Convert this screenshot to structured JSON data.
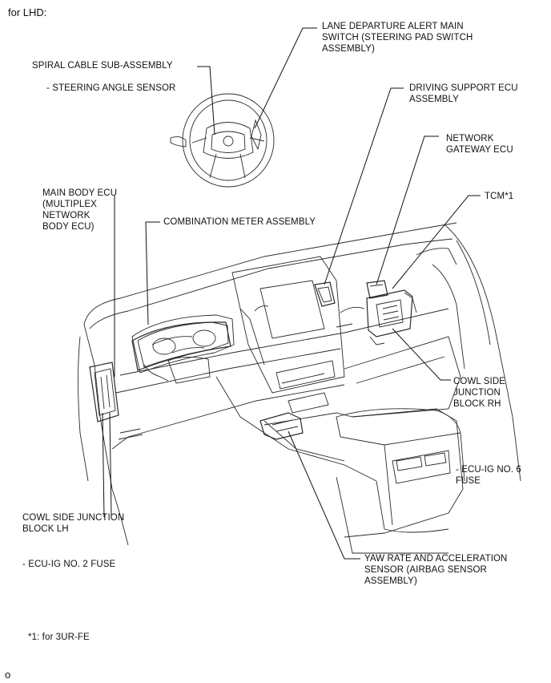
{
  "header": {
    "title": "for LHD:"
  },
  "labels": {
    "lane_departure": "LANE DEPARTURE ALERT MAIN\nSWITCH (STEERING PAD SWITCH\nASSEMBLY)",
    "spiral_cable": "SPIRAL CABLE SUB-ASSEMBLY",
    "steering_angle": "- STEERING ANGLE SENSOR",
    "driving_support": "DRIVING SUPPORT ECU\nASSEMBLY",
    "network_gateway": "NETWORK\nGATEWAY ECU",
    "tcm": "TCM*1",
    "main_body": "MAIN BODY ECU\n(MULTIPLEX\nNETWORK\nBODY ECU)",
    "combination_meter": "COMBINATION METER ASSEMBLY",
    "cowl_rh": "COWL SIDE\nJUNCTION\nBLOCK RH",
    "ecu_ig6": "- ECU-IG NO. 6\nFUSE",
    "cowl_lh": "COWL SIDE JUNCTION\nBLOCK LH",
    "ecu_ig2": "- ECU-IG NO. 2 FUSE",
    "yaw_rate": "YAW RATE AND ACCELERATION\nSENSOR (AIRBAG SENSOR\nASSEMBLY)"
  },
  "footnote": "*1: for 3UR-FE",
  "page_mark": "o"
}
